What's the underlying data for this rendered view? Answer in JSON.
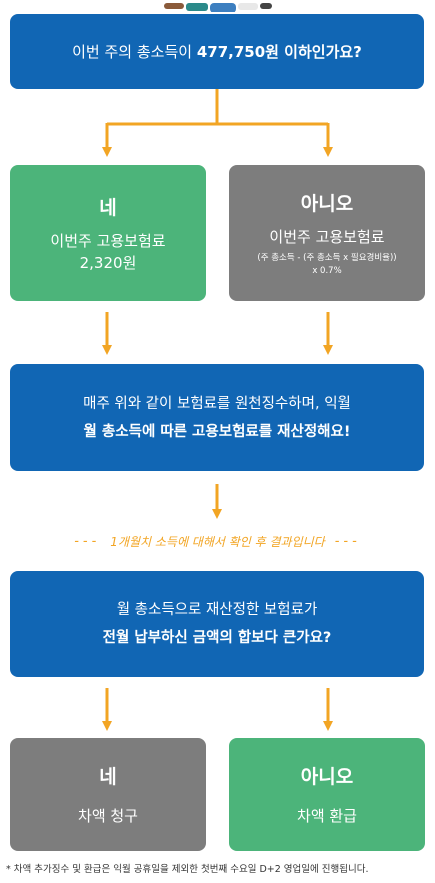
{
  "question1": {
    "prefix": "이번 주의 총소득이 ",
    "amount": "477,750원 이하인가요?"
  },
  "branch1": {
    "yes": {
      "title": "네",
      "line1": "이번주 고용보험료",
      "line2": "2,320원"
    },
    "no": {
      "title": "아니오",
      "line1": "이번주 고용보험료",
      "formula1": "(주 총소득 - (주 총소득 x 필요경비율))",
      "formula2": "x 0.7%"
    }
  },
  "info1": {
    "line1": "매주 위와 같이 보험료를 원천징수하며, 익월",
    "line2": "월 총소득에 따른 고용보험료를 재산정해요!"
  },
  "note": {
    "dashes_left": "---",
    "text": "1개월치 소득에 대해서 확인 후 결과입니다",
    "dashes_right": "---"
  },
  "question2": {
    "line1": "월 총소득으로 재산정한 보험료가",
    "line2": "전월 납부하신 금액의 합보다 큰가요?"
  },
  "branch2": {
    "yes": {
      "title": "네",
      "line1": "차액 청구"
    },
    "no": {
      "title": "아니오",
      "line1": "차액 환급"
    }
  },
  "footnote": "* 차액 추가징수 및 환급은 익월 공휴일을 제외한 첫번째 수요일 D+2 영업일에 진행됩니다.",
  "colors": {
    "blue": "#1166b4",
    "green": "#4cb47a",
    "gray": "#7d7d7d",
    "arrow": "#f2a524"
  }
}
